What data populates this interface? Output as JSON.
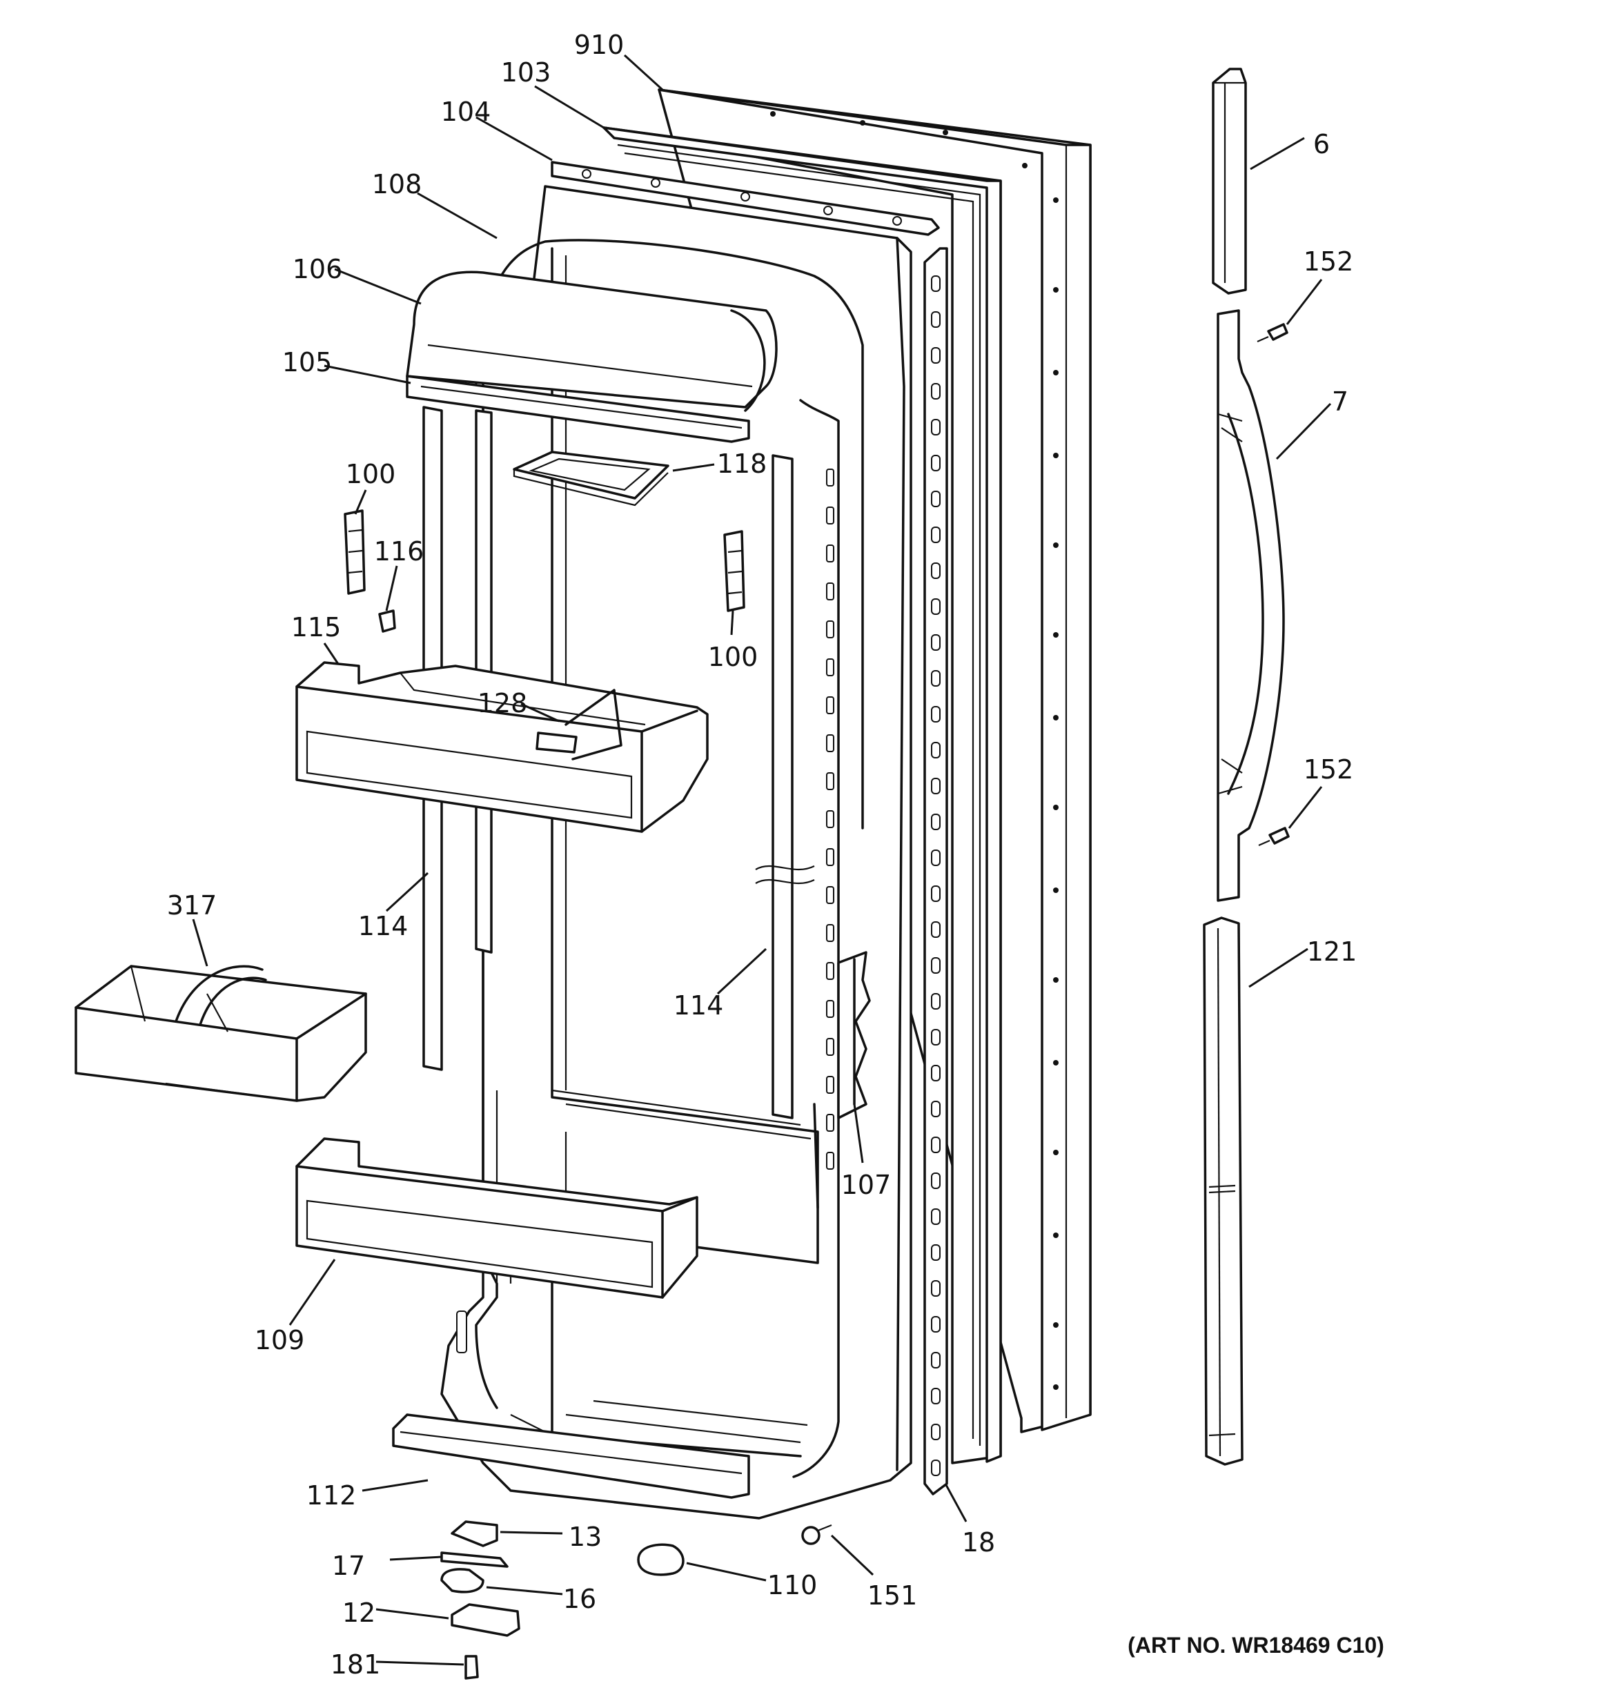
{
  "art_number": "(ART NO. WR18469 C10)",
  "labels": {
    "910": "910",
    "103": "103",
    "104": "104",
    "108": "108",
    "106": "106",
    "105": "105",
    "118": "118",
    "100a": "100",
    "116": "116",
    "100b": "100",
    "115": "115",
    "128": "128",
    "317": "317",
    "114a": "114",
    "114b": "114",
    "107": "107",
    "109": "109",
    "112": "112",
    "13": "13",
    "17": "17",
    "16": "16",
    "12": "12",
    "181": "181",
    "110": "110",
    "151": "151",
    "18": "18",
    "6": "6",
    "152a": "152",
    "7": "7",
    "152b": "152",
    "121": "121"
  }
}
